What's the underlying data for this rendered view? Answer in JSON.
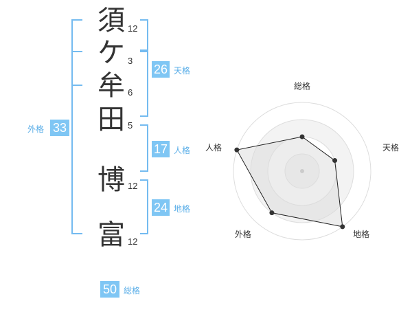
{
  "name_chars": [
    {
      "char": "須",
      "strokes": "12"
    },
    {
      "char": "ケ",
      "strokes": "3"
    },
    {
      "char": "牟",
      "strokes": "6"
    },
    {
      "char": "田",
      "strokes": "5"
    },
    {
      "char": "博",
      "strokes": "12"
    },
    {
      "char": "富",
      "strokes": "12"
    }
  ],
  "fortunes": {
    "tenkaku": {
      "value": "26",
      "label": "天格"
    },
    "jinkaku": {
      "value": "17",
      "label": "人格"
    },
    "chikaku": {
      "value": "24",
      "label": "地格"
    },
    "gaikaku": {
      "value": "33",
      "label": "外格"
    },
    "soukaku": {
      "value": "50",
      "label": "総格"
    }
  },
  "colors": {
    "accent": "#7fc6f4",
    "bracket": "#74bbf0",
    "label": "#5aaee8",
    "text": "#333333"
  },
  "chart_data": {
    "type": "radar",
    "axes": [
      "総格",
      "天格",
      "地格",
      "外格",
      "人格"
    ],
    "rlim": [
      0,
      4
    ],
    "rings": 4,
    "grid": true,
    "values": [
      2,
      2,
      4,
      3,
      4
    ]
  }
}
